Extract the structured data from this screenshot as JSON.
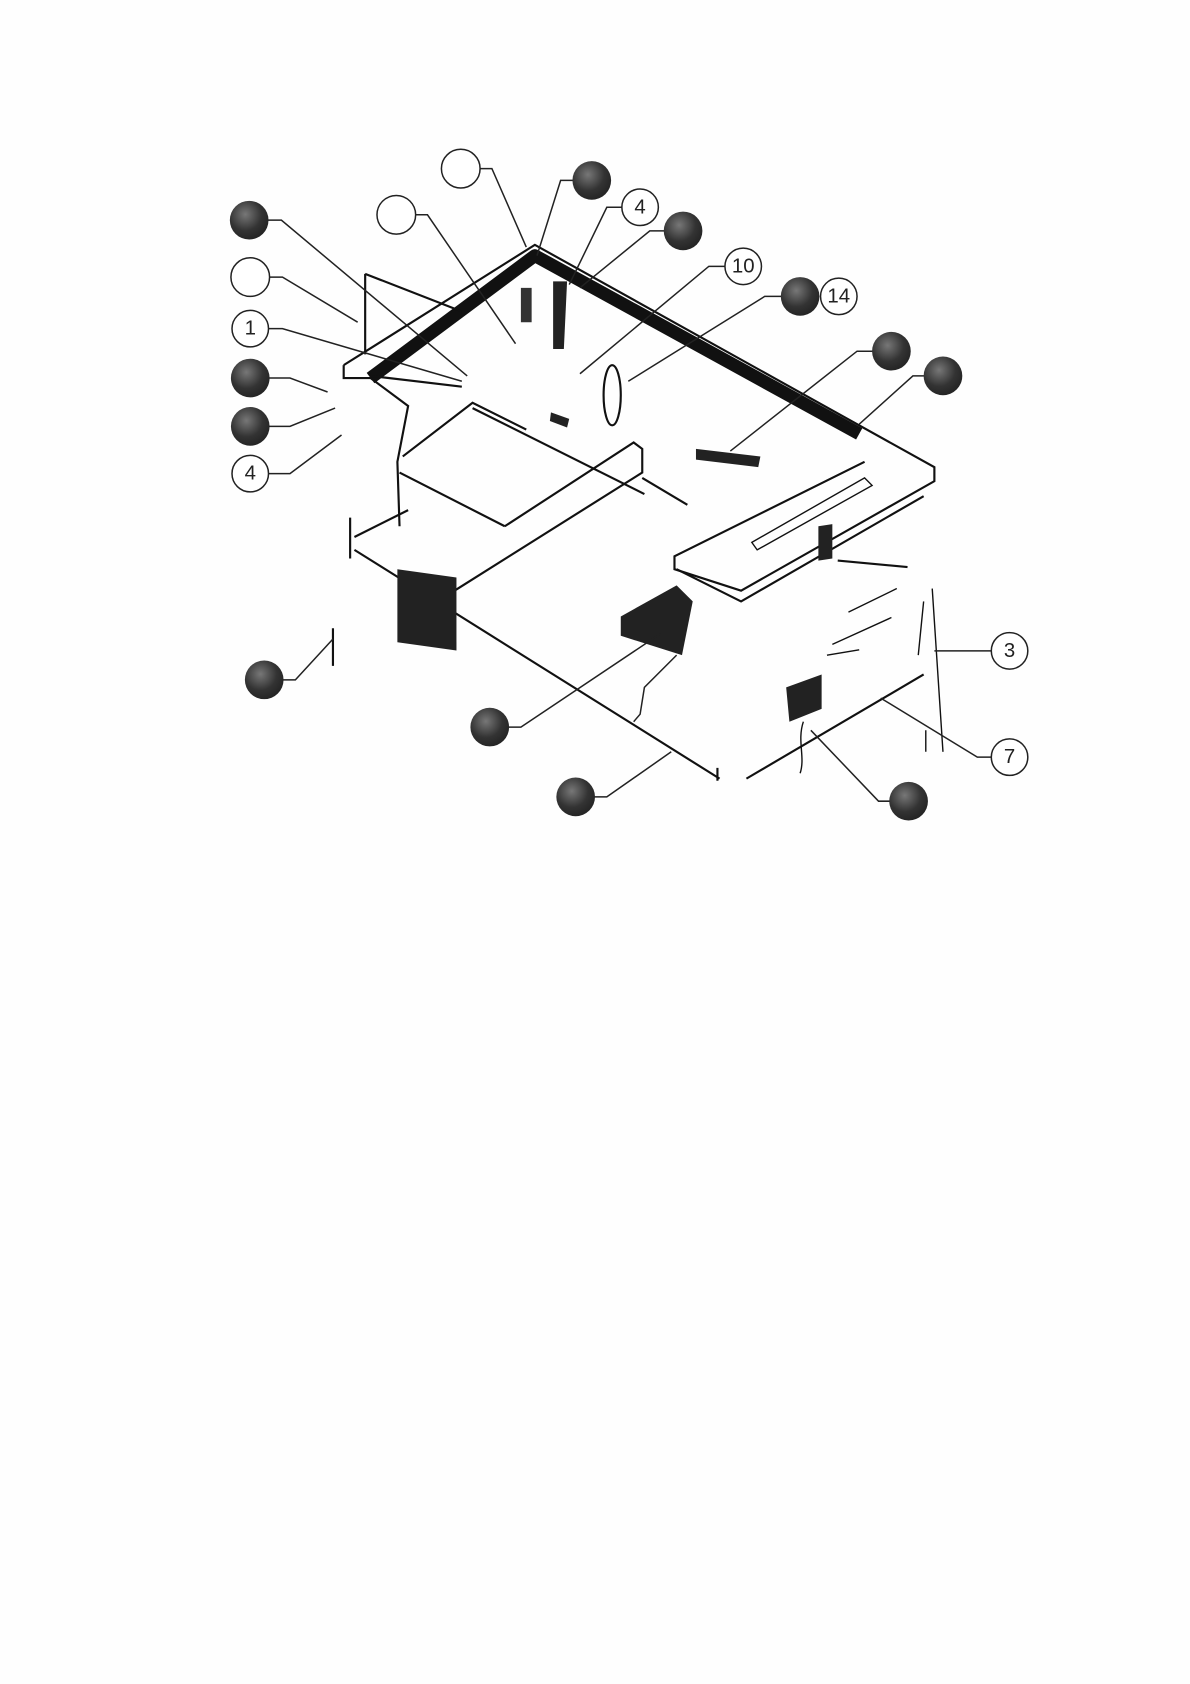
{
  "diagram": {
    "type": "exploded assembly view",
    "callout_labels": {
      "top_right_4": "4",
      "ten": "10",
      "fourteen": "14",
      "one": "1",
      "left_4": "4",
      "three": "3",
      "seven": "7"
    },
    "colors": {
      "line": "#111111",
      "filled_callout": "#3a3a3a",
      "background": "#fefefe"
    }
  }
}
